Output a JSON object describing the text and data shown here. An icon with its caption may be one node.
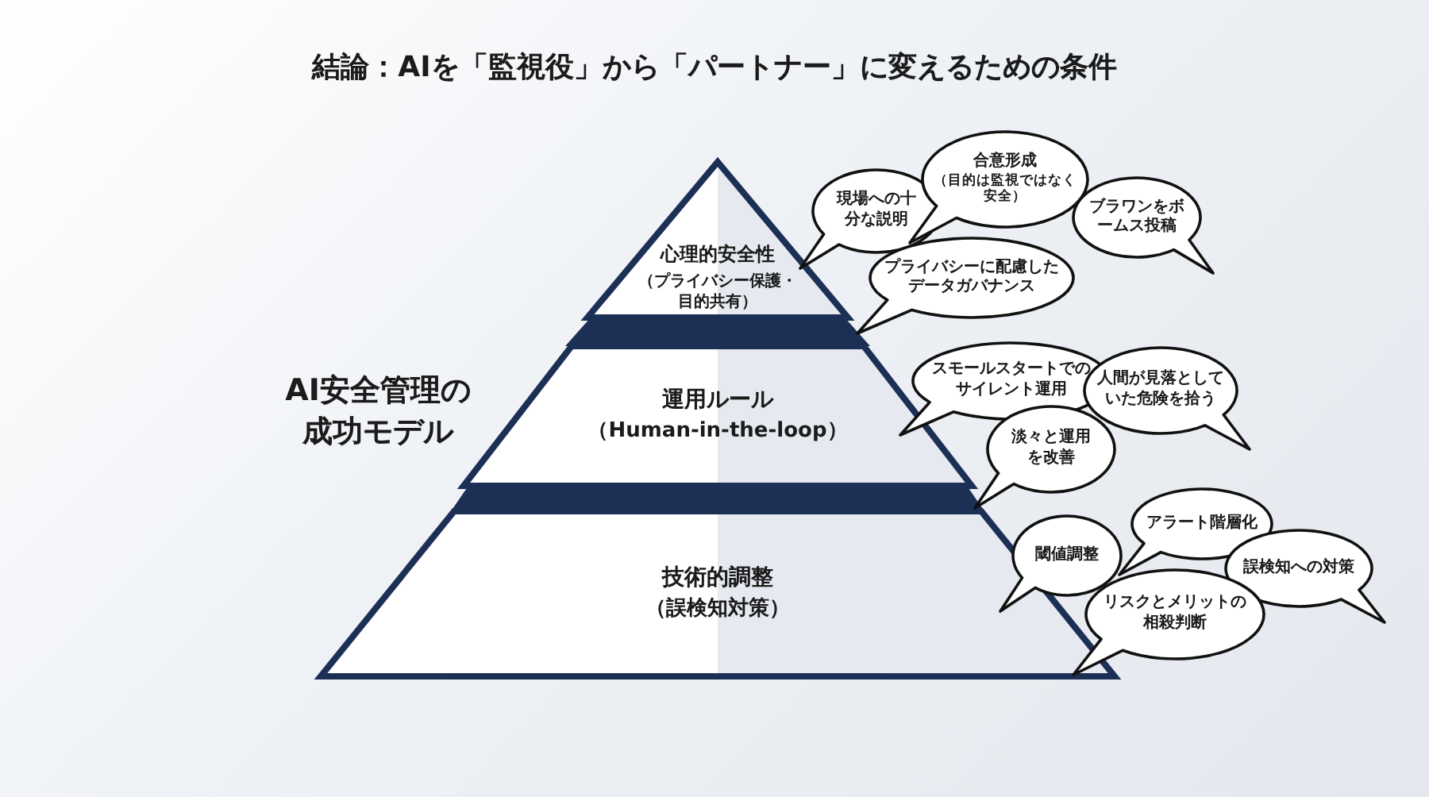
{
  "diagram": {
    "title": "結論：AIを「監視役」から「パートナー」に変えるための条件",
    "nodes": [
      {
        "text": [
          "心理的安全性",
          "（プライバシー保護・目的共有）"
        ]
      },
      {
        "text": [
          "運用ルール",
          "（Human-in-the-loop）"
        ]
      },
      {
        "text": [
          "技術的調整",
          "（誤検知対策）"
        ]
      },
      {
        "text": [
          "現場への十分な説明"
        ]
      },
      {
        "text": [
          "合意形成",
          "（目的は監視ではなく安全）"
        ]
      },
      {
        "text": [
          "ブラワンをボームス投稿"
        ]
      },
      {
        "text": [
          "プライバシーに配慮したデータガバナンス"
        ]
      },
      {
        "text": [
          "スモールスタートでのサイレント運用"
        ]
      },
      {
        "text": [
          "人間が見落としていた危険を拾う"
        ]
      },
      {
        "text": [
          "淡々と運用を改善"
        ]
      },
      {
        "text": [
          "閾値調整"
        ]
      },
      {
        "text": [
          "アラート階層化"
        ]
      },
      {
        "text": [
          "誤検知への対策"
        ]
      },
      {
        "text": [
          "リスクとメリットの相殺判断"
        ]
      }
    ],
    "labels": [
      "AI安全管理の成功モデル"
    ]
  }
}
